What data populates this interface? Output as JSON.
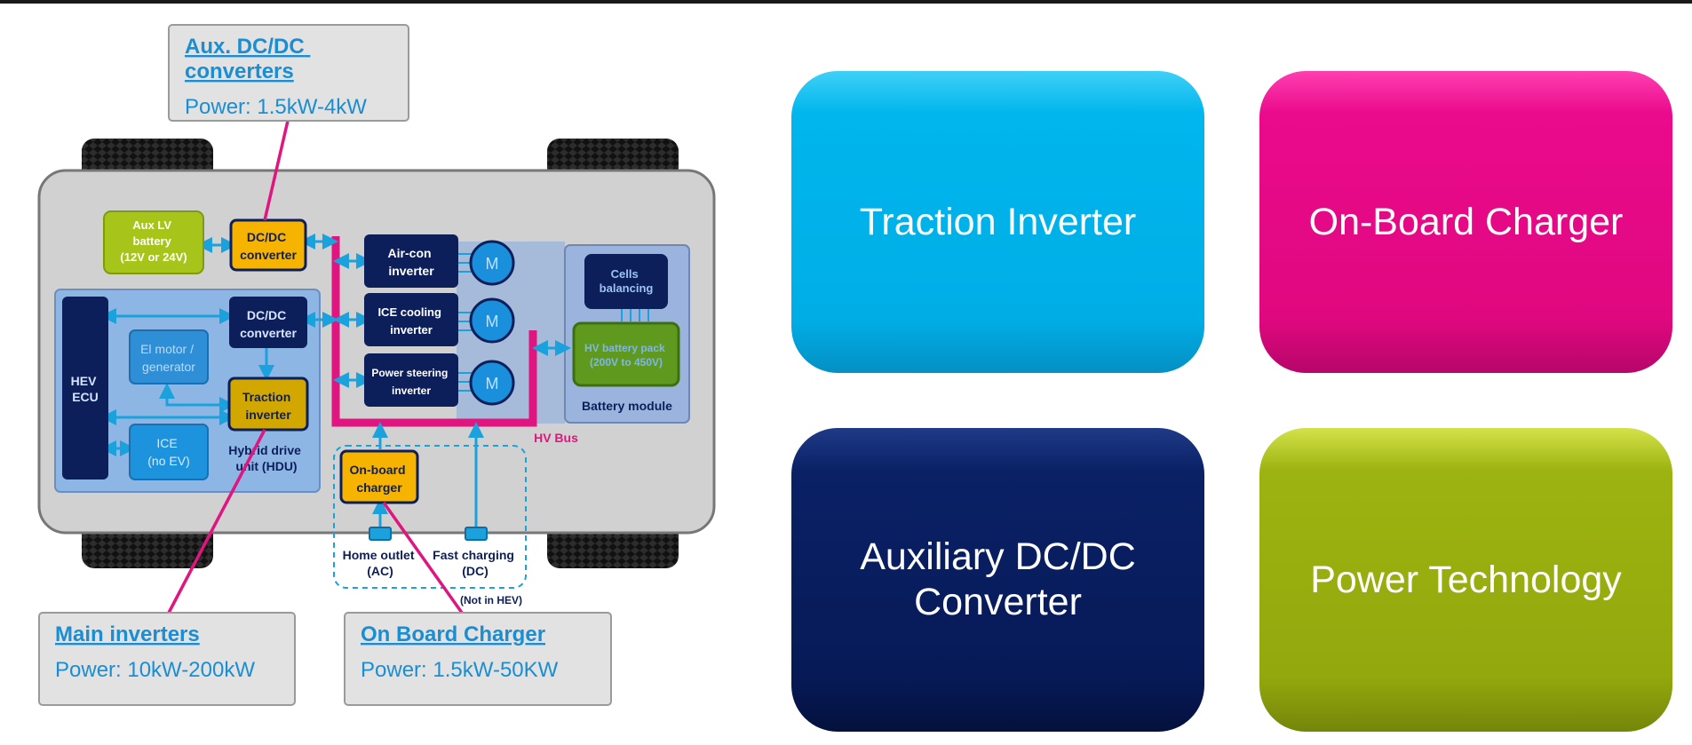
{
  "diagram": {
    "callouts": {
      "aux_title": "Aux. DC/DC converters",
      "aux_title_line1": "Aux. DC/DC",
      "aux_title_line2": "converters",
      "aux_power": "Power: 1.5kW-4kW",
      "main_title": "Main inverters",
      "main_power": "Power: 10kW-200kW",
      "obc_title": "On Board Charger",
      "obc_power": "Power: 1.5kW-50KW"
    },
    "blocks": {
      "aux_lv_battery": [
        "Aux LV",
        "battery",
        "(12V or 24V)"
      ],
      "dcdc_top": [
        "DC/DC",
        "converter"
      ],
      "dcdc_mid": [
        "DC/DC",
        "converter"
      ],
      "aircon": [
        "Air-con",
        "inverter"
      ],
      "ice_cooling": [
        "ICE cooling",
        "inverter"
      ],
      "power_steering": [
        "Power steering",
        "inverter"
      ],
      "motor_label": "M",
      "hev_ecu": [
        "HEV",
        "ECU"
      ],
      "el_motor": [
        "El motor /",
        "generator"
      ],
      "traction_inverter": [
        "Traction",
        "inverter"
      ],
      "ice": [
        "ICE",
        "(no EV)"
      ],
      "hdu": [
        "Hybrid drive",
        "unit (HDU)"
      ],
      "cells_balancing": [
        "Cells",
        "balancing"
      ],
      "hv_battery_pack": [
        "HV battery pack",
        "(200V to 450V)"
      ],
      "battery_module": "Battery module",
      "hv_bus": "HV Bus",
      "onboard_charger": [
        "On-board",
        "charger"
      ],
      "home_outlet": [
        "Home outlet",
        "(AC)"
      ],
      "fast_charging": [
        "Fast charging",
        "(DC)"
      ],
      "not_in_hev": "(Not in HEV)"
    }
  },
  "tiles": {
    "traction_inverter": "Traction Inverter",
    "onboard_charger": "On-Board Charger",
    "aux_dcdc_line1": "Auxiliary DC/DC",
    "aux_dcdc_line2": "Converter",
    "power_technology": "Power Technology"
  },
  "colors": {
    "cyan": "#00aee6",
    "magenta": "#e0087f",
    "navy": "#071a57",
    "olive": "#93a80d",
    "yellow_block": "#f6b400",
    "lime_block": "#a6c41a"
  }
}
